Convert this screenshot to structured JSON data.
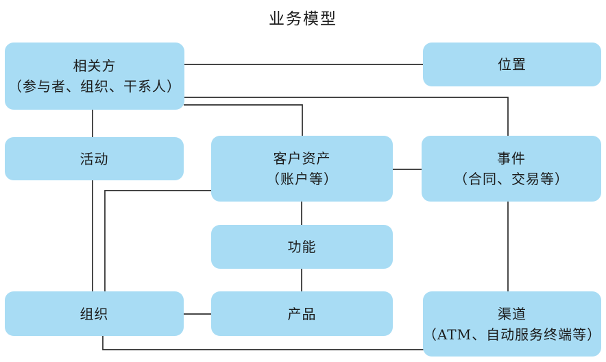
{
  "title": "业务模型",
  "colors": {
    "box_fill": "#a8dcf4",
    "line": "#2b2b2b",
    "text": "#1c1c1c",
    "background": "#ffffff"
  },
  "boxes": [
    {
      "id": "stakeholders",
      "line1": "相关方",
      "line2": "（参与者、组织、干系人）"
    },
    {
      "id": "location",
      "line1": "位置",
      "line2": ""
    },
    {
      "id": "activity",
      "line1": "活动",
      "line2": ""
    },
    {
      "id": "customer-assets",
      "line1": "客户资产",
      "line2": "（账户等）"
    },
    {
      "id": "event",
      "line1": "事件",
      "line2": "（合同、交易等）"
    },
    {
      "id": "function",
      "line1": "功能",
      "line2": ""
    },
    {
      "id": "organization",
      "line1": "组织",
      "line2": ""
    },
    {
      "id": "product",
      "line1": "产品",
      "line2": ""
    },
    {
      "id": "channel",
      "line1": "渠道",
      "line2": "（ATM、自动服务终端等）"
    }
  ],
  "connections": [
    {
      "from": "相关方",
      "to": "位置"
    },
    {
      "from": "相关方",
      "to": "事件"
    },
    {
      "from": "相关方",
      "to": "客户资产"
    },
    {
      "from": "相关方",
      "to": "活动"
    },
    {
      "from": "活动",
      "to": "组织"
    },
    {
      "from": "客户资产",
      "to": "组织"
    },
    {
      "from": "客户资产",
      "to": "事件"
    },
    {
      "from": "客户资产",
      "to": "功能"
    },
    {
      "from": "功能",
      "to": "产品"
    },
    {
      "from": "组织",
      "to": "产品"
    },
    {
      "from": "事件",
      "to": "渠道"
    },
    {
      "from": "组织",
      "to": "渠道"
    }
  ]
}
